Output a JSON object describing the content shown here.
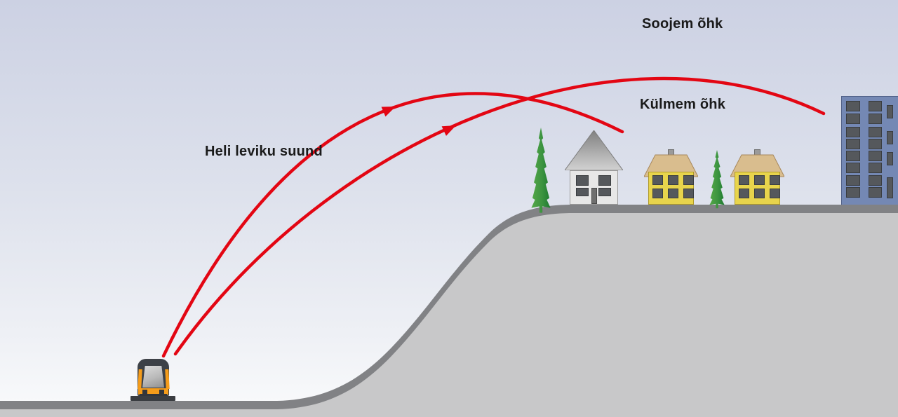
{
  "labels": {
    "sound_direction": "Heli leviku suund",
    "warmer_air": "Soojem õhk",
    "colder_air": "Külmem õhk"
  },
  "scene": {
    "sound_paths": 2,
    "sound_source": "tram",
    "hilltop_objects": [
      "tree",
      "gray-house",
      "yellow-house",
      "tree",
      "yellow-house",
      "apartment-building"
    ]
  },
  "colors": {
    "arrow_red": "#e30613",
    "sky_top": "#ccd1e3",
    "sky_bottom": "#fafbfc",
    "ground_fill": "#c8c8c9",
    "ground_edge": "#818285",
    "tram_orange": "#f59c1a",
    "yellow_wall": "#e8d44c",
    "roof_tan": "#d9bd8e",
    "apartment_blue": "#7488b4",
    "window_gray": "#55585c",
    "label_text": "#1a1a1a"
  }
}
